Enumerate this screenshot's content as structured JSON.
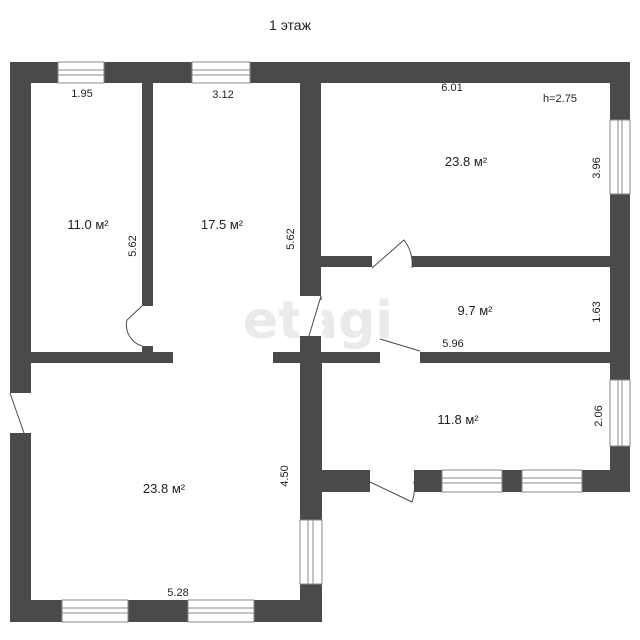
{
  "title": "1 этаж",
  "watermark": "etagi",
  "colors": {
    "wall": "#4a4a4c",
    "window_frame": "#8a8a8a",
    "background": "#ffffff",
    "watermark": "#e9eaec"
  },
  "rooms": {
    "room_a": {
      "area": "11.0 м²",
      "width": "1.95",
      "depth": "5.62"
    },
    "room_b": {
      "area": "17.5 м²",
      "width": "3.12",
      "depth": "5.62"
    },
    "room_c": {
      "area": "23.8 м²",
      "width": "6.01",
      "depth": "3.96",
      "height": "h=2.75"
    },
    "corridor": {
      "area": "9.7 м²",
      "width": "5.96",
      "depth": "1.63"
    },
    "room_e": {
      "area": "11.8 м²",
      "depth": "2.06"
    },
    "room_f": {
      "area": "23.8 м²",
      "width": "5.28",
      "depth": "4.50"
    }
  }
}
